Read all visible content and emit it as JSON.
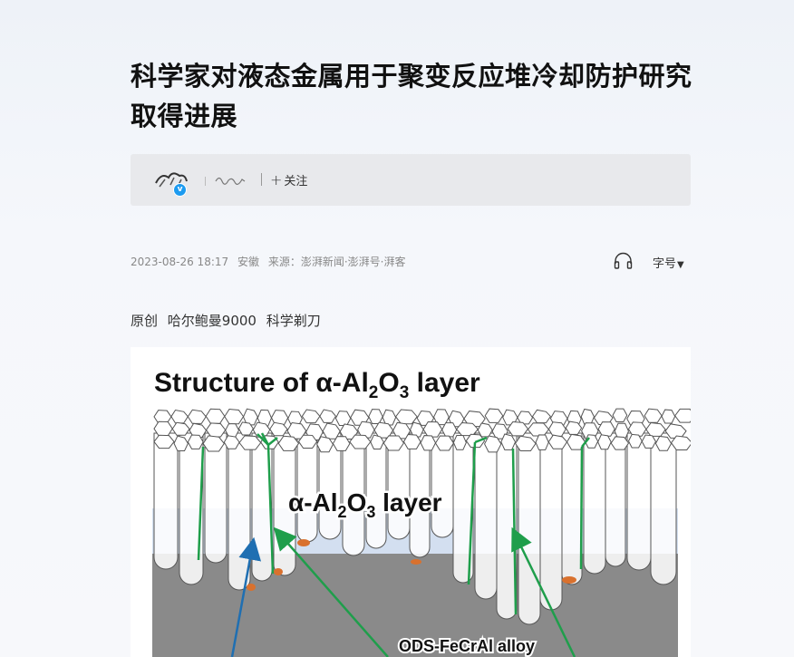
{
  "article": {
    "title": "科学家对液态金属用于聚变反应堆冷却防护研究取得进展",
    "author": {
      "follow_label": "关注",
      "follow_plus": "+"
    },
    "meta": {
      "datetime": "2023-08-26 18:17",
      "location": "安徽",
      "source": "来源：澎湃新闻·澎湃号·湃客"
    },
    "font_size_label": "字号",
    "original_tag": "原创",
    "author_line": "哈尔鲍曼9000",
    "column_name": "科学剃刀"
  },
  "figure": {
    "title_prefix": "Structure of α-Al",
    "title_sub1": "2",
    "title_mid": "O",
    "title_sub2": "3",
    "title_suffix": " layer",
    "layer_prefix": "α-Al",
    "layer_sub1": "2",
    "layer_mid": "O",
    "layer_sub2": "3",
    "layer_suffix": " layer",
    "alloy_label": "ODS-FeCrAl alloy",
    "colors": {
      "green": "#1f9e4b",
      "blue": "#1f6fb2",
      "alloy": "#8a8a8a",
      "oxide": "#d3dff0",
      "grain_fill": "#ffffff",
      "precipitate": "#d9712e"
    }
  },
  "icons": {
    "listen": "headphones-icon",
    "caret": "caret-down-icon",
    "verified": "verified-icon"
  }
}
